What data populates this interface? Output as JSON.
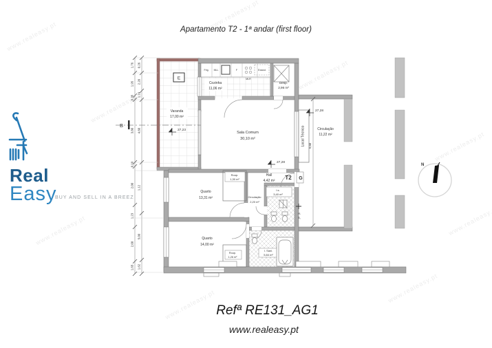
{
  "title": "Apartamento T2 - 1ª andar (first floor)",
  "logo": {
    "brand_line1": "Real",
    "brand_line2": "Easy",
    "tagline": "BUY AND SELL IN A BREEZ",
    "color_dark": "#1d5c8c",
    "color_light": "#2e86c1"
  },
  "footer": {
    "reference": "Refª RE131_AG1",
    "website": "www.realeasy.pt"
  },
  "watermark_text": "www.realeasy.pt",
  "plan": {
    "section_label": "B",
    "electrical_label": "E",
    "unit_type": "T2",
    "meter_label": "G",
    "north_label": "N",
    "note_h": "H.",
    "note_5": "5,",
    "local_tecnico_label": "Local Técnico",
    "rooms": [
      {
        "name": "Varanda",
        "area": "17,00 m²"
      },
      {
        "name": "Cozinha",
        "area": "11,06 m²"
      },
      {
        "name": "Desp.",
        "area": "2,96 m²"
      },
      {
        "name": "Sala Comum",
        "area": "30,10 m²"
      },
      {
        "name": "Circulação",
        "area": "11,22 m²"
      },
      {
        "name": "Hall",
        "area": "4,42 m²"
      },
      {
        "name": "Roup.",
        "area": "1,30 m²"
      },
      {
        "name": "Quarto",
        "area": "13,31 m²"
      },
      {
        "name": "Circulação",
        "area": "2,20 m²"
      },
      {
        "name": "I.s.",
        "area": "3,40 m²"
      },
      {
        "name": "Quarto",
        "area": "14,00 m²"
      },
      {
        "name": "Roup.",
        "area": "1,26 m²"
      },
      {
        "name": "I. Sani.",
        "area": "5,84 m²"
      }
    ],
    "levels": {
      "varanda": "27,23",
      "sala": "27,28",
      "corridor": "27,28"
    },
    "corridor_dim": "9,60",
    "appliances": [
      "Frig.",
      "MLL",
      "F",
      "MLR",
      "Exaust."
    ],
    "dims_left": [
      "1,76",
      "1,95",
      "0,35",
      "3,80",
      "0,10",
      "2,00",
      "1,23",
      "2,00",
      "1,65"
    ],
    "dims_right": [
      "0,26",
      "2,20",
      "1,16",
      "4,60",
      "1,12",
      "5,00",
      "1,62"
    ]
  }
}
